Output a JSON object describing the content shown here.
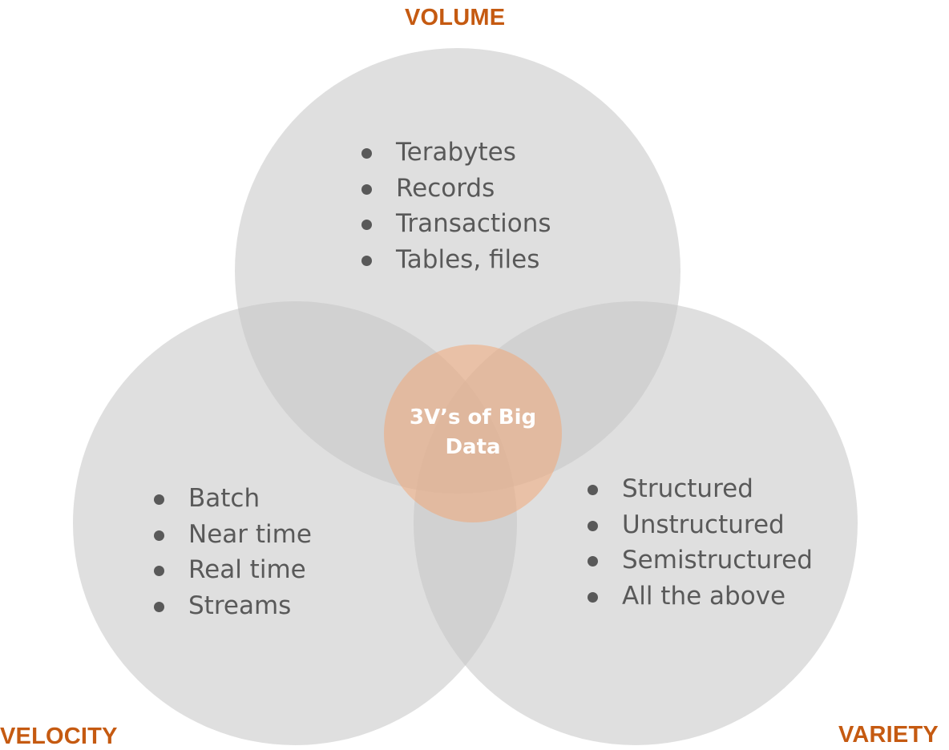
{
  "title": "3V's of Big Data",
  "colors": {
    "accent": "#c55a11",
    "circle_fill": "#dcdcdc",
    "center_fill": "#f2b088",
    "text": "#595959",
    "center_text": "#ffffff"
  },
  "center": {
    "label": "3V’s of Big Data",
    "line1": "3V’s of Big",
    "line2": "Data"
  },
  "sets": {
    "volume": {
      "label": "VOLUME",
      "items": [
        "Terabytes",
        "Records",
        "Transactions",
        "Tables, files"
      ]
    },
    "velocity": {
      "label": "VELOCITY",
      "items": [
        "Batch",
        "Near time",
        "Real time",
        "Streams"
      ]
    },
    "variety": {
      "label": "VARIETY",
      "items": [
        "Structured",
        "Unstructured",
        "Semistructured",
        "All the above"
      ]
    }
  }
}
